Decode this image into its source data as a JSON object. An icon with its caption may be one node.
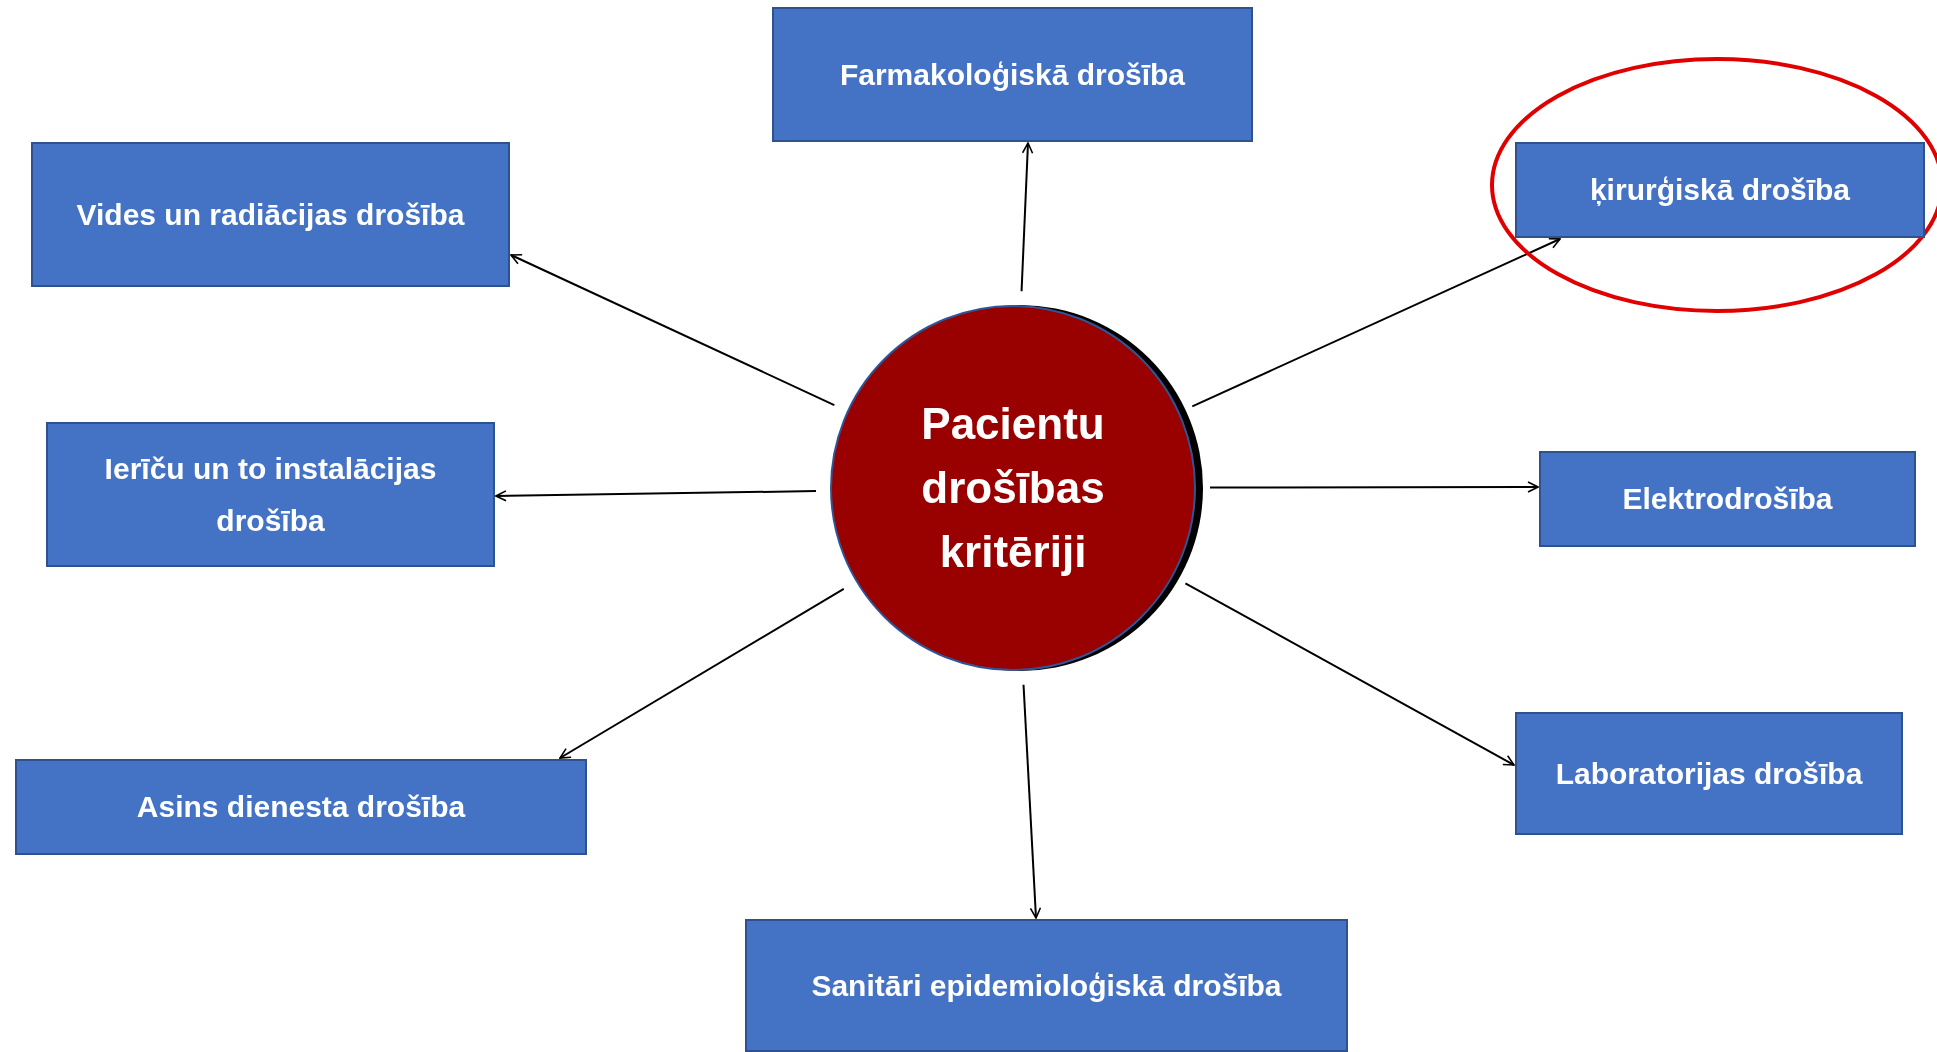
{
  "diagram": {
    "nodes": [
      {
        "text": [
          "Farmakoloģiskā drošība"
        ]
      },
      {
        "text": [
          "Vides un radiācijas drošība"
        ]
      },
      {
        "text": [
          "ķirurģiskā drošība"
        ]
      },
      {
        "text": [
          "Pacientu drošības kritēriji"
        ]
      },
      {
        "text": [
          "Ierīču un to instalācijas drošība"
        ]
      },
      {
        "text": [
          "Elektrodrošība"
        ]
      },
      {
        "text": [
          "Laboratorijas drošība"
        ]
      },
      {
        "text": [
          "Asins dienesta drošība"
        ]
      },
      {
        "text": [
          "Sanitāri epidemioloģiskā drošība"
        ]
      }
    ],
    "edges": [
      {
        "from": 3,
        "to": 0,
        "arrow": "to"
      },
      {
        "from": 3,
        "to": 1,
        "arrow": "to"
      },
      {
        "from": 3,
        "to": 2,
        "arrow": "to"
      },
      {
        "from": 3,
        "to": 4,
        "arrow": "to"
      },
      {
        "from": 3,
        "to": 5,
        "arrow": "to"
      },
      {
        "from": 3,
        "to": 6,
        "arrow": "to"
      },
      {
        "from": 3,
        "to": 7,
        "arrow": "to"
      },
      {
        "from": 3,
        "to": 8,
        "arrow": "to"
      }
    ]
  }
}
